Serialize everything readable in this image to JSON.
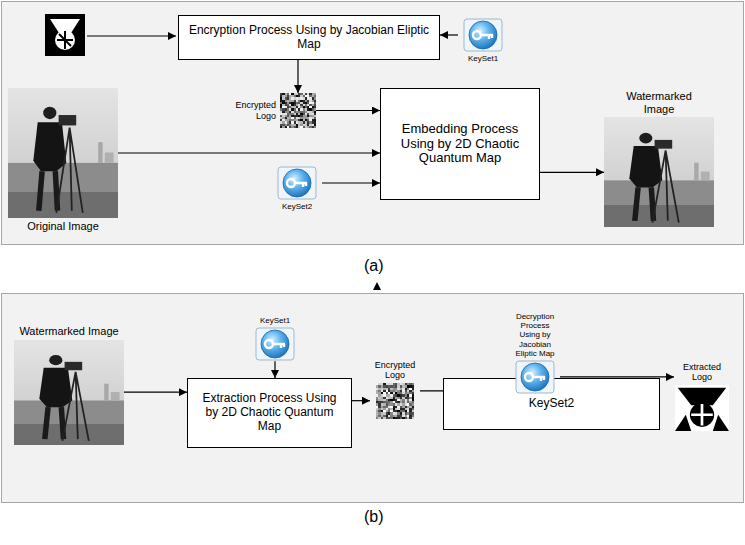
{
  "diagram": {
    "nodes": [
      {
        "text": [
          "Encryption Process Using by Jacobian Eliptic Map"
        ]
      },
      {
        "text": [
          "KeySet1"
        ]
      },
      {
        "text": [
          "Original Image"
        ]
      },
      {
        "text": [
          "Encrypted Logo"
        ]
      },
      {
        "text": [
          "Embedding Process Using by 2D Chaotic Quantum Map"
        ]
      },
      {
        "text": [
          "KeySet2"
        ]
      },
      {
        "text": [
          "Watermarked Image"
        ]
      },
      {
        "text": [
          "Watermarked Image"
        ]
      },
      {
        "text": [
          "KeySet1"
        ]
      },
      {
        "text": [
          "Extraction Process Using by 2D Chaotic Quantum Map"
        ]
      },
      {
        "text": [
          "Encrypted Logo"
        ]
      },
      {
        "text": [
          "KeySet2"
        ]
      },
      {
        "text": [
          "Decryption Process Using by Jacobian Eliptic Map"
        ]
      },
      {
        "text": [
          "Extracted Logo"
        ]
      }
    ],
    "edges": [
      {
        "from": 1,
        "to": 0,
        "arrow": "to"
      },
      {
        "from": 0,
        "to": 3,
        "arrow": "to"
      },
      {
        "from": 3,
        "to": 4,
        "arrow": "to"
      },
      {
        "from": 2,
        "to": 4,
        "arrow": "to"
      },
      {
        "from": 5,
        "to": 4,
        "arrow": "to"
      },
      {
        "from": 4,
        "to": 6,
        "arrow": "to"
      },
      {
        "from": 7,
        "to": 9,
        "arrow": "to"
      },
      {
        "from": 8,
        "to": 9,
        "arrow": "to"
      },
      {
        "from": 9,
        "to": 10,
        "arrow": "to"
      },
      {
        "from": 10,
        "to": 12,
        "arrow": "to"
      },
      {
        "from": 11,
        "to": 12,
        "arrow": "to"
      },
      {
        "from": 12,
        "to": 13,
        "arrow": "to"
      }
    ],
    "labels": [
      "(a)",
      "(b)"
    ]
  }
}
